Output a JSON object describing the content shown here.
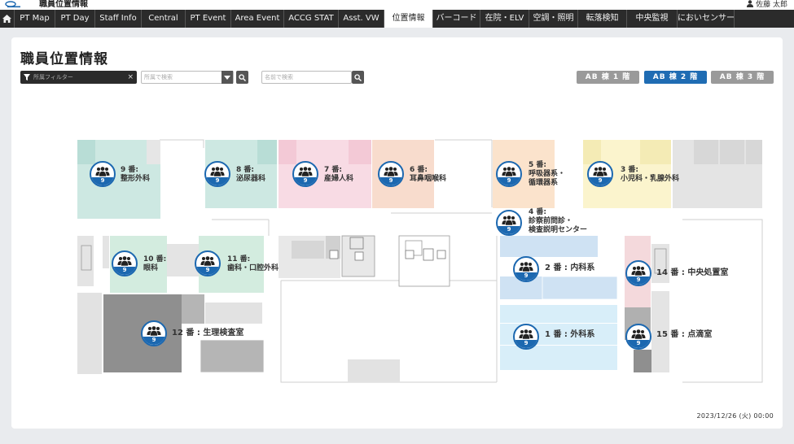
{
  "app": {
    "title": "職員位置情報",
    "user": "佐藤 太郎"
  },
  "nav": {
    "tabs": [
      {
        "label": "PT Map",
        "w": 50
      },
      {
        "label": "PT Day",
        "w": 49
      },
      {
        "label": "Staff Info",
        "w": 57
      },
      {
        "label": "Central",
        "w": 54
      },
      {
        "label": "PT Event",
        "w": 56
      },
      {
        "label": "Area Event",
        "w": 65
      },
      {
        "label": "ACCG STAT",
        "w": 67
      },
      {
        "label": "Asst. VW",
        "w": 56
      },
      {
        "label": "位置情報",
        "w": 60,
        "active": true
      },
      {
        "label": "バーコード",
        "w": 58
      },
      {
        "label": "在院・ELV",
        "w": 60
      },
      {
        "label": "空調・照明",
        "w": 60
      },
      {
        "label": "転落検知",
        "w": 60
      },
      {
        "label": "中央監視",
        "w": 62
      },
      {
        "label": "においセンサー",
        "w": 70
      }
    ]
  },
  "page": {
    "title": "職員位置情報"
  },
  "filters": {
    "department_filter": "所属フィルター",
    "department_clear": "×",
    "location_placeholder": "所属で検索",
    "name_placeholder": "名前で検索"
  },
  "buildings": [
    {
      "label": "AB 棟 1 階",
      "active": false
    },
    {
      "label": "AB 棟 2 階",
      "active": true
    },
    {
      "label": "AB 棟 3 階",
      "active": false
    }
  ],
  "timestamp": "2023/12/26 (火) 00:00",
  "colors": {
    "accent": "#1c68b0",
    "nav_bg": "#2b2b2b",
    "active_building": "#1f6cb3",
    "inactive_building": "#9a9a9a"
  },
  "icons": {
    "home": "home-icon",
    "user": "user-icon",
    "filter": "filter-icon",
    "search": "search-icon",
    "chevron": "chevron-down-icon",
    "staff_group": "staff-group-icon"
  },
  "stations": [
    {
      "id": "9",
      "line1": "9 番:",
      "line2": "整形外科",
      "count": "9"
    },
    {
      "id": "8",
      "line1": "8 番:",
      "line2": "泌尿器科",
      "count": "9"
    },
    {
      "id": "7",
      "line1": "7 番:",
      "line2": "産婦人科",
      "count": "9"
    },
    {
      "id": "6",
      "line1": "6 番:",
      "line2": "耳鼻咽喉科",
      "count": "9"
    },
    {
      "id": "5",
      "line1": "5 番:",
      "line2": "呼吸器系・",
      "line3": "循環器系",
      "count": "9"
    },
    {
      "id": "3",
      "line1": "3 番:",
      "line2": "小児科・乳腺外科",
      "count": "9"
    },
    {
      "id": "4",
      "line1": "4 番:",
      "line2": "診察前問診・",
      "line3": "検査説明センター",
      "count": "9"
    },
    {
      "id": "10",
      "line1": "10 番:",
      "line2": "眼科",
      "count": "9"
    },
    {
      "id": "11",
      "line1": "11 番:",
      "line2": "歯科・口腔外科",
      "count": "9"
    },
    {
      "id": "2",
      "line1": "2 番 : 内科系",
      "count": "9"
    },
    {
      "id": "14",
      "line1": "14 番 : 中央処置室",
      "count": "9"
    },
    {
      "id": "12",
      "line1": "12 番 : 生理検査室",
      "count": "9"
    },
    {
      "id": "1",
      "line1": "1 番 : 外科系",
      "count": "9"
    },
    {
      "id": "15",
      "line1": "15 番 : 点滴室",
      "count": "9"
    }
  ]
}
